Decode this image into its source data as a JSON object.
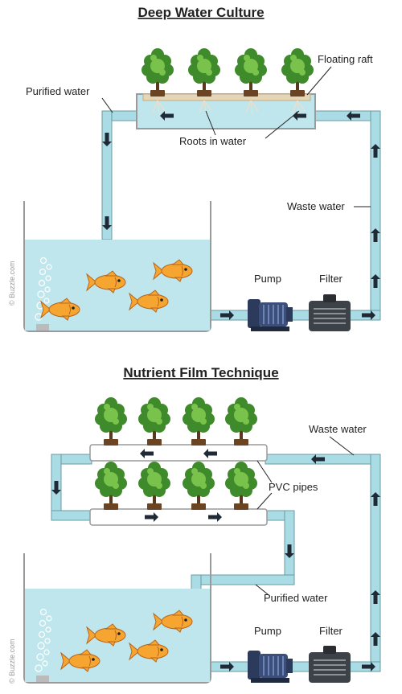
{
  "colors": {
    "water": "#bfe6ec",
    "pipe": "#a9dce4",
    "pipe_stroke": "#6b9aa2",
    "arrow": "#1f2a36",
    "leaf_dark": "#3f8b2c",
    "leaf_light": "#79c24b",
    "stem": "#5a3a1e",
    "pot": "#6b4423",
    "raft": "#e6d6b8",
    "fish_body": "#f7a531",
    "fish_stroke": "#b8651b",
    "pump": "#3b4f7a",
    "filter": "#3d4248",
    "tank_stroke": "#9a9a9a"
  },
  "icons": {
    "plant": "plant-icon",
    "fish": "fish-icon",
    "pump": "pump-icon",
    "filter": "filter-icon",
    "bubbles": "bubbles-icon",
    "arrow": "flow-arrow-icon"
  },
  "dwc": {
    "title": "Deep Water Culture",
    "labels": {
      "purified_water": "Purified water",
      "floating_raft": "Floating raft",
      "roots_in_water": "Roots in water",
      "waste_water": "Waste water",
      "pump": "Pump",
      "filter": "Filter"
    },
    "credit": "© Buzzle.com"
  },
  "nft": {
    "title": "Nutrient Film Technique",
    "labels": {
      "waste_water": "Waste water",
      "pvc_pipes": "PVC pipes",
      "purified_water": "Purified water",
      "pump": "Pump",
      "filter": "Filter"
    },
    "credit": "© Buzzle.com"
  }
}
